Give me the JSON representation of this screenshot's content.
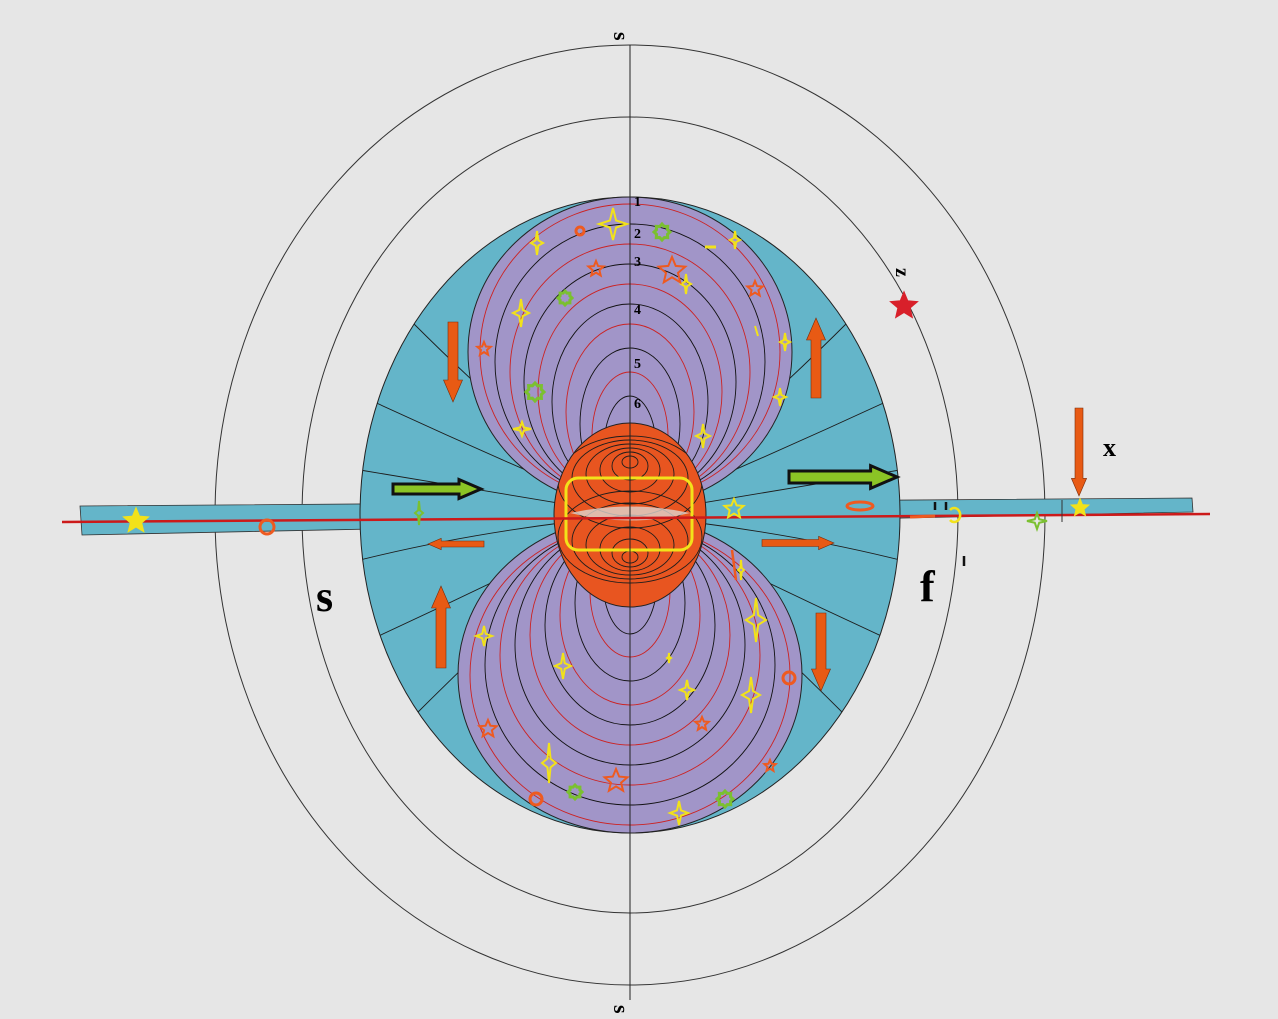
{
  "labels": {
    "top_s": "s",
    "bottom_s": "s",
    "left_s": "s",
    "right_f": "f",
    "z": "z",
    "x": "x"
  },
  "scale": [
    "1",
    "2",
    "3",
    "4",
    "5",
    "6"
  ],
  "colors": {
    "background": "#e6e6e6",
    "outer_ellipse": "#64b5c9",
    "lobes": "#a195c8",
    "core": "#e85520",
    "red_line": "#cc1a1a",
    "arrow_orange": "#e85a14",
    "arrow_green": "#8bc425",
    "marker_yellow": "#f2e21a",
    "marker_green": "#7bc030",
    "marker_orange": "#ee5a20",
    "star_red": "#d8202a"
  },
  "icons": [
    "star-icon",
    "four-point-star-icon",
    "ring-icon",
    "flower-icon",
    "arrow-icon"
  ]
}
